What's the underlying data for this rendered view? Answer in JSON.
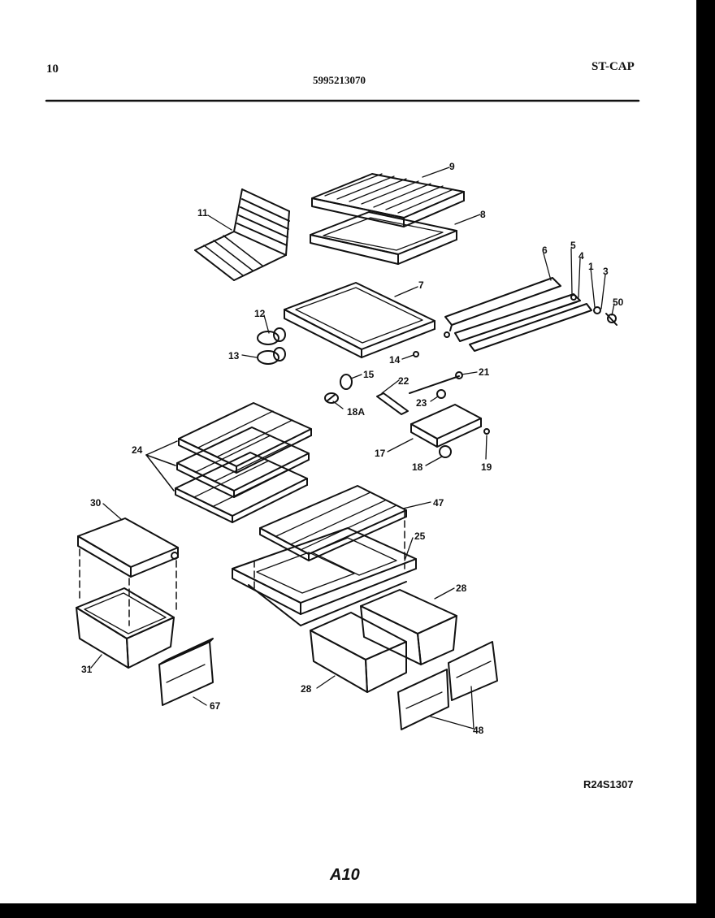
{
  "header": {
    "page_no": "10",
    "part_no": "5995213070",
    "code": "ST-CAP"
  },
  "callouts": {
    "c1": "1",
    "c3": "3",
    "c4": "4",
    "c5": "5",
    "c6": "6",
    "c7": "7",
    "c8": "8",
    "c9": "9",
    "c11": "11",
    "c12": "12",
    "c13": "13",
    "c14": "14",
    "c15": "15",
    "c18a": "18A",
    "c22": "22",
    "c21": "21",
    "c23": "23",
    "c17": "17",
    "c18": "18",
    "c19": "19",
    "c24": "24",
    "c30": "30",
    "c31": "31",
    "c47": "47",
    "c25": "25",
    "c28a": "28",
    "c28b": "28",
    "c67": "67",
    "c48": "48",
    "c50": "50"
  },
  "footer": {
    "ref_code": "R24S1307",
    "page_label": "A10"
  }
}
